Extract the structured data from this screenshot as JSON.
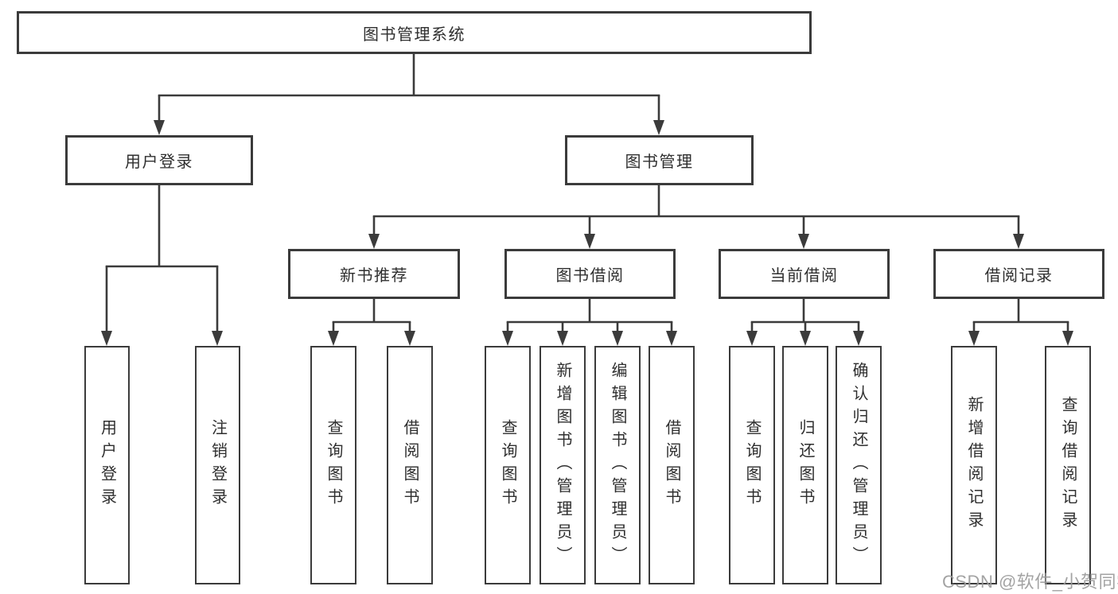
{
  "tree": {
    "root": "图书管理系统",
    "branches": [
      {
        "label": "用户登录",
        "children": [
          {
            "label": "用户登录"
          },
          {
            "label": "注销登录"
          }
        ]
      },
      {
        "label": "图书管理",
        "children": [
          {
            "label": "新书推荐",
            "children": [
              {
                "label": "查询图书"
              },
              {
                "label": "借阅图书"
              }
            ]
          },
          {
            "label": "图书借阅",
            "children": [
              {
                "label": "查询图书"
              },
              {
                "label": "新增图书（管理员）"
              },
              {
                "label": "编辑图书（管理员）"
              },
              {
                "label": "借阅图书"
              }
            ]
          },
          {
            "label": "当前借阅",
            "children": [
              {
                "label": "查询图书"
              },
              {
                "label": "归还图书"
              },
              {
                "label": "确认归还（管理员）"
              }
            ]
          },
          {
            "label": "借阅记录",
            "children": [
              {
                "label": "新增借阅记录"
              },
              {
                "label": "查询借阅记录"
              }
            ]
          }
        ]
      }
    ]
  },
  "watermark": "CSDN @软件_小贺同学",
  "colors": {
    "line": "#3b3b3b",
    "text": "#2f2f2f",
    "watermark": "#9b9b9b",
    "background": "#ffffff"
  }
}
